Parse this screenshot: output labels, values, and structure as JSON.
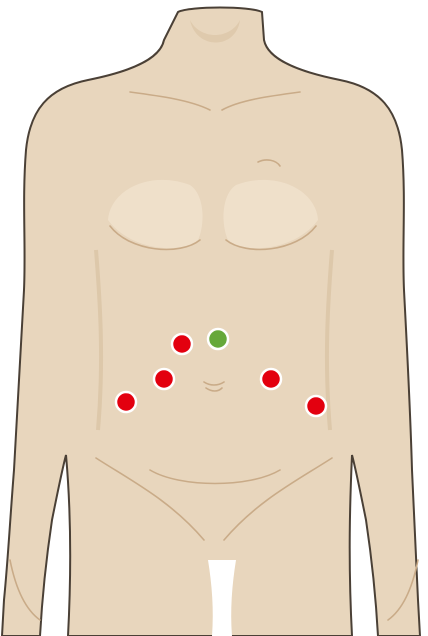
{
  "colors": {
    "background": "#ffffff",
    "skin": "#e8d6bd",
    "skin_shade": "#d9c2a2",
    "skin_highlight": "#f2e4d0",
    "outline": "#4a4036",
    "fold_line": "#c9ab88",
    "port_red": "#e3000f",
    "port_green": "#66a83a",
    "port_ring": "#ffffff"
  },
  "figure": {
    "subject": "female-torso-front",
    "port_sites": [
      {
        "id": "umbilical-upper",
        "status": "green"
      },
      {
        "id": "left-upper",
        "status": "red"
      },
      {
        "id": "left-middle",
        "status": "red"
      },
      {
        "id": "left-lateral",
        "status": "red"
      },
      {
        "id": "right-middle",
        "status": "red"
      },
      {
        "id": "right-lateral",
        "status": "red"
      }
    ]
  }
}
